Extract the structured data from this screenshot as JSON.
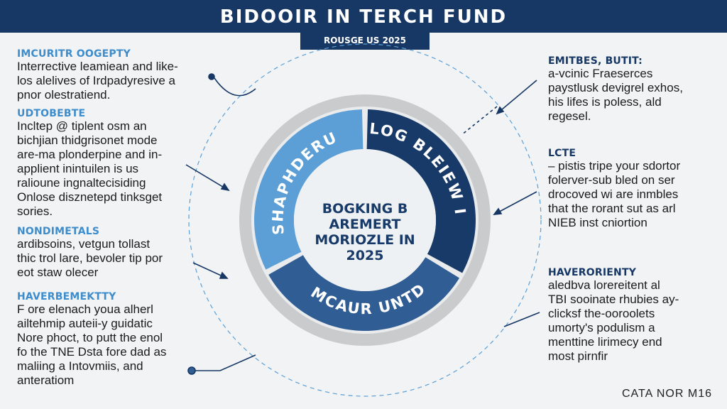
{
  "header": {
    "title": "BIDOOIR IN TERCH FUND",
    "subtitle": "ROUSGE US 2025"
  },
  "left": [
    {
      "heading": "IMCURITR OOGEPTY",
      "lines": [
        "Interrective leamiean and like-",
        "los alelives of Irdpadyresive a",
        "pnor olestratiend."
      ]
    },
    {
      "heading": "UDTOBEBTE",
      "lines": [
        "Incltep @ tiplent osm an",
        "bichjian thidgrisonet mode",
        "are-ma plonderpine and in-",
        "applient inintuilen is us",
        "ralioune ingnaltecisiding",
        "Onlose disznetерd tinksget",
        "sories."
      ]
    },
    {
      "heading": "NONDIMETALS",
      "lines": [
        "ardibsoins, vetgun tollast",
        "thic trol lare, bevoler tip por",
        "eot staw olecer"
      ]
    },
    {
      "heading": "HAVERBEMEKTTY",
      "lines": [
        "F ore elenach youa alherl",
        "ailtehmip auteii-y guidatic",
        "Nore phoct, to putt the enol",
        "fo the TNE Dsta fore dad as",
        "maliing a Intovmiis, and",
        "anteratiom"
      ]
    }
  ],
  "right": [
    {
      "heading": "EMITBES, BUTIT:",
      "lines": [
        "a-vcinic Fraeserces",
        "paystlusk devigrel exhos,",
        "his lifes is poless, ald",
        "regesel."
      ]
    },
    {
      "heading": "LCTE",
      "lines": [
        "– pistis tripe your sdortor",
        "folerver-sub bled on ser",
        "drocoved wi are inmbles",
        "that the rorant sut as arl",
        "NIEB inst cniortion"
      ]
    },
    {
      "heading": "HAVERORIENTY",
      "lines": [
        "aledbva lorereitent al",
        "TBI sooinate rhubies ay-",
        "clicksf the-ooroolets",
        "umorty's podulism a",
        "menttine lirimecy end",
        "most pirnfir"
      ]
    }
  ],
  "ring": {
    "segments": [
      {
        "label": "SHAPHDERU",
        "color": "#5b9fd6"
      },
      {
        "label": "LOG BLEIEW I",
        "color": "#183a68"
      },
      {
        "label": "MCAUR UNTD",
        "color": "#2f5d94"
      }
    ],
    "center": [
      "BOGKING B",
      "AREMERT",
      "MORIOZLE IN",
      "2025"
    ]
  },
  "footer": "CATA NOR M16"
}
